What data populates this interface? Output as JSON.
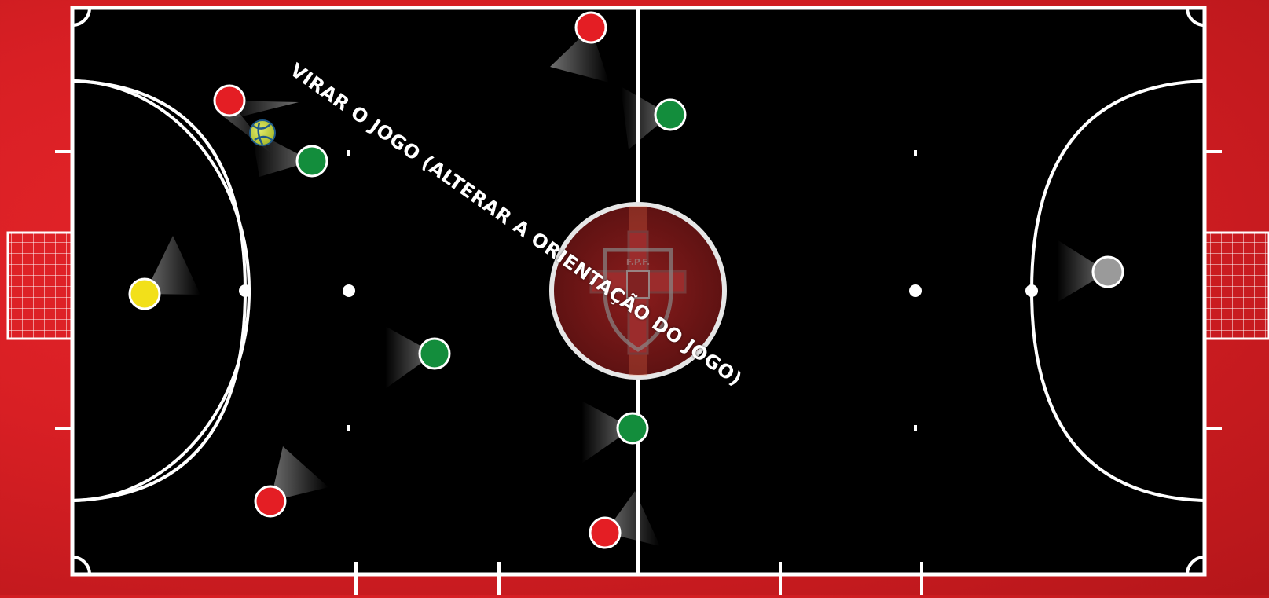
{
  "title": "VIRAR O JOGO (ALTERAR A ORIENTAÇÃO DO JOGO)",
  "crest": {
    "text": "F.P.F."
  },
  "colors": {
    "background": "#d81f24",
    "court": "#000000",
    "lines": "#ffffff",
    "team_red": "#e41e24",
    "team_green": "#138d3c",
    "goalkeeper_yellow": "#f2e01a",
    "goalkeeper_grey": "#9a9a9a",
    "ball": "#c9d84a"
  },
  "players": [
    {
      "team": "red",
      "role": "player"
    },
    {
      "team": "red",
      "role": "player"
    },
    {
      "team": "red",
      "role": "player"
    },
    {
      "team": "red",
      "role": "player"
    },
    {
      "team": "green",
      "role": "player"
    },
    {
      "team": "green",
      "role": "player"
    },
    {
      "team": "green",
      "role": "player"
    },
    {
      "team": "green",
      "role": "player"
    },
    {
      "team": "yellow",
      "role": "goalkeeper"
    },
    {
      "team": "grey",
      "role": "goalkeeper"
    }
  ],
  "ball": {
    "icon": "futsal-ball-icon"
  }
}
